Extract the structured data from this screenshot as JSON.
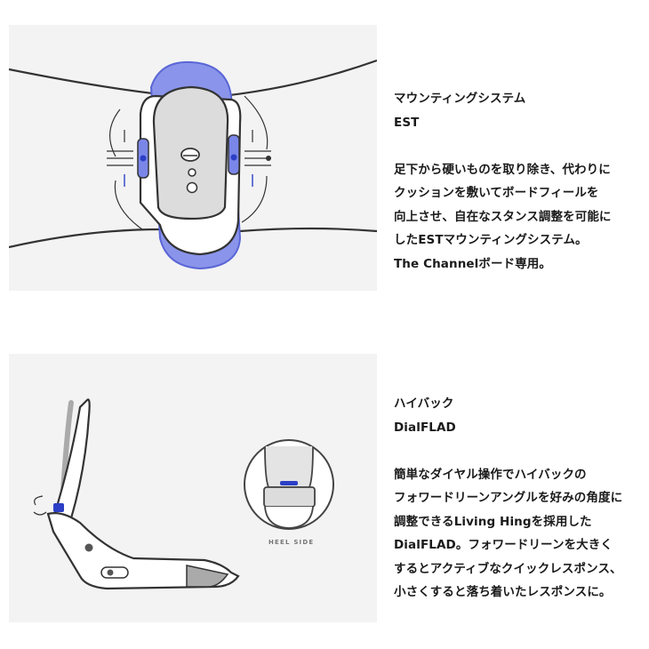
{
  "section1": {
    "title": "マウンティングシステム",
    "subtitle": "EST",
    "body": [
      "足下から硬いものを取り除き、代わりに",
      "クッションを敷いてボードフィールを",
      "向上させ、自在なスタンス調整を可能に",
      "したESTマウンティングシステム。",
      "The Channelボード専用。"
    ]
  },
  "section2": {
    "title": "ハイバック",
    "subtitle": "DialFLAD",
    "body": [
      "簡単なダイヤル操作でハイバックの",
      "フォワードリーンアングルを好みの角度に",
      "調整できるLiving Hingを採用した",
      "DialFLAD。フォワードリーンを大きく",
      "するとアクティブなクイックレスポンス、",
      "小さくすると落ち着いたレスポンスに。"
    ],
    "heel_label": "HEEL SIDE"
  },
  "colors": {
    "accent_blue": "#7a86e8",
    "dark_blue": "#2c3fc6",
    "panel_bg": "#f3f3f3",
    "outline": "#333333"
  }
}
